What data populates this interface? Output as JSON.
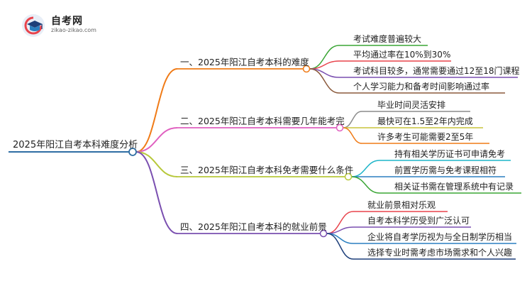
{
  "logo": {
    "title": "自考网",
    "url": "zikao-zikao.com",
    "icon": "graduation-cap-icon"
  },
  "root": {
    "label": "2025年阳江自考本科难度分析",
    "color": "#2f6ea3"
  },
  "branches": [
    {
      "label": "一、2025年阳江自考本科的难度",
      "color": "#f07b17",
      "leaves": [
        {
          "label": "考试难度普遍较大",
          "color": "#3aa535"
        },
        {
          "label": "平均通过率在10%到30%",
          "color": "#e8434b"
        },
        {
          "label": "考试科目较多，通常需要通过12至18门课程",
          "color": "#7a4fb0"
        },
        {
          "label": "个人学习能力和备考时间影响通过率",
          "color": "#8b5a3c"
        }
      ]
    },
    {
      "label": "二、2025年阳江自考本科需要几年能考完",
      "color": "#e060c0",
      "leaves": [
        {
          "label": "毕业时间灵活安排",
          "color": "#8c8c8c"
        },
        {
          "label": "最快可在1.5至2年内完成",
          "color": "#c9c43a"
        },
        {
          "label": "许多考生可能需要2至5年",
          "color": "#f07b17"
        }
      ]
    },
    {
      "label": "三、2025年阳江自考本科免考需要什么条件",
      "color": "#b7c83a",
      "leaves": [
        {
          "label": "持有相关学历证书可申请免考",
          "color": "#1fb5c9"
        },
        {
          "label": "前置学历需与免考课程相符",
          "color": "#2a7fc0"
        },
        {
          "label": "相关证书需在管理系统中有记录",
          "color": "#3aa535"
        }
      ]
    },
    {
      "label": "四、2025年阳江自考本科的就业前景",
      "color": "#7a4fb0",
      "leaves": [
        {
          "label": "就业前景相对乐观",
          "color": "#e8434b"
        },
        {
          "label": "自考本科学历受到广泛认可",
          "color": "#7a4fb0"
        },
        {
          "label": "企业将自考学历视为与全日制学历相当",
          "color": "#2a7fc0"
        },
        {
          "label": "选择专业时需考虑市场需求和个人兴趣",
          "color": "#1d3f7a"
        }
      ]
    }
  ]
}
